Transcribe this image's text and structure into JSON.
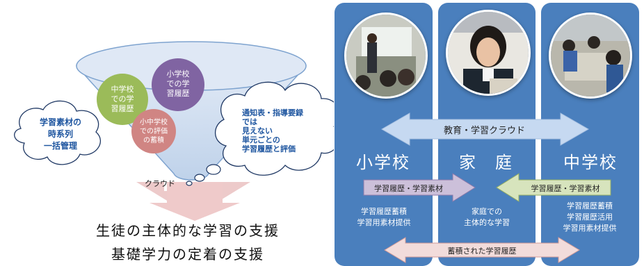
{
  "left": {
    "cloud_left_text": [
      "学習素材の",
      "時系列",
      "一括管理"
    ],
    "circle_jhs": [
      "中学校",
      "での学",
      "習履歴"
    ],
    "circle_es": [
      "小学校",
      "での学",
      "習履歴"
    ],
    "circle_both": [
      "小中学校",
      "での評価",
      "の蓄積"
    ],
    "cloud_label": "クラウド",
    "cloud_right_text": [
      "通知表・指導要録",
      "では",
      "見えない",
      "単元ごとの",
      "学習履歴と評価"
    ],
    "support_1": "生徒の主体的な学習の支援",
    "support_2": "基礎学力の定着の支援"
  },
  "right": {
    "cloud_arrow_label": "教育・学習クラウド",
    "school_es": "小学校",
    "school_home": "家　庭",
    "school_jhs": "中学校",
    "arrow_es_label": "学習履歴・学習素材",
    "arrow_jhs_label": "学習履歴・学習素材",
    "es_desc": [
      "学習履歴蓄積",
      "学習用素材提供"
    ],
    "home_desc": [
      "家庭での",
      "主体的な学習"
    ],
    "jhs_desc": [
      "学習履歴蓄積",
      "学習履歴活用",
      "学習用素材提供"
    ],
    "accum_label": "蓄積された学習履歴"
  },
  "colors": {
    "panel": "#4a7fbd",
    "green": "#9bbb59",
    "purple": "#8064a2",
    "rose": "#c0504d",
    "lavender": "#ccc0da",
    "lightgreen": "#d7e4bd",
    "pink": "#f2dcdb"
  }
}
